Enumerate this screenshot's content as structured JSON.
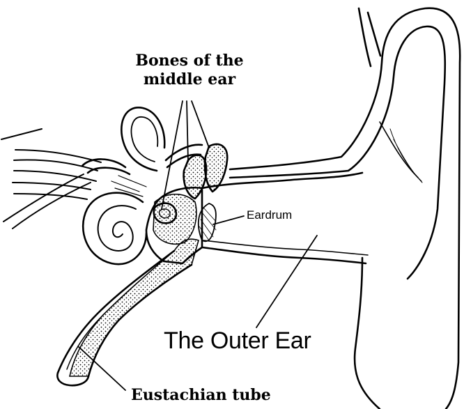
{
  "labels": {
    "bones_line1": "Bones of the",
    "bones_line2": "middle ear",
    "eardrum": "Eardrum",
    "outer_ear": "The Outer Ear",
    "eustachian_tube": "Eustachian tube"
  },
  "colors": {
    "line": "#000000",
    "background": "#ffffff",
    "stipple": "#000000"
  }
}
